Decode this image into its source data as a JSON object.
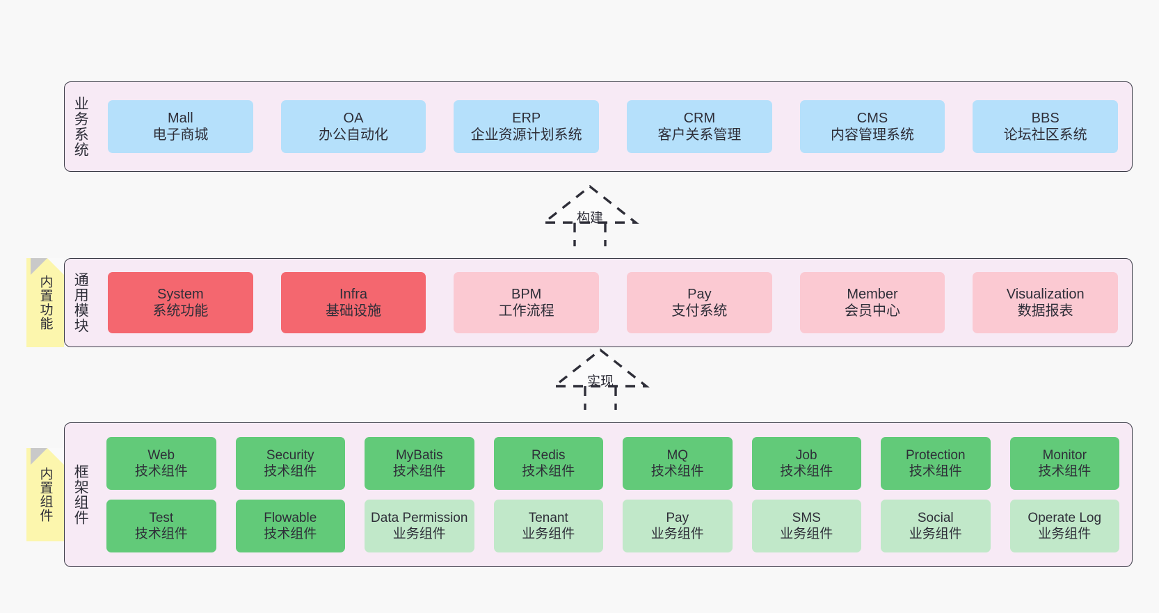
{
  "diagram": {
    "title_business": "业务系统",
    "title_modules": "通用模块",
    "title_framework": "框架组件",
    "note_builtin_features": "内置功能",
    "note_builtin_components": "内置组件",
    "arrow_build_label": "构建",
    "arrow_implement_label": "实现",
    "colors": {
      "canvas": "#f8f8f8",
      "layer_fill": "#f7eaf5",
      "layer_border": "#3b3b47",
      "business_box": "#b5e0fb",
      "module_strong": "#f4676f",
      "module_soft": "#fbc9d2",
      "framework_tech": "#62ca79",
      "framework_biz": "#c1e8c9",
      "note_fill": "#fcf6ad",
      "text": "#2e2e38"
    }
  },
  "business_systems": [
    {
      "en": "Mall",
      "cn": "电子商城"
    },
    {
      "en": "OA",
      "cn": "办公自动化"
    },
    {
      "en": "ERP",
      "cn": "企业资源计划系统"
    },
    {
      "en": "CRM",
      "cn": "客户关系管理"
    },
    {
      "en": "CMS",
      "cn": "内容管理系统"
    },
    {
      "en": "BBS",
      "cn": "论坛社区系统"
    }
  ],
  "common_modules": [
    {
      "en": "System",
      "cn": "系统功能",
      "variant": "strong"
    },
    {
      "en": "Infra",
      "cn": "基础设施",
      "variant": "strong"
    },
    {
      "en": "BPM",
      "cn": "工作流程",
      "variant": "soft"
    },
    {
      "en": "Pay",
      "cn": "支付系统",
      "variant": "soft"
    },
    {
      "en": "Member",
      "cn": "会员中心",
      "variant": "soft"
    },
    {
      "en": "Visualization",
      "cn": "数据报表",
      "variant": "soft"
    }
  ],
  "framework_components_row1": [
    {
      "en": "Web",
      "cn": "技术组件"
    },
    {
      "en": "Security",
      "cn": "技术组件"
    },
    {
      "en": "MyBatis",
      "cn": "技术组件"
    },
    {
      "en": "Redis",
      "cn": "技术组件"
    },
    {
      "en": "MQ",
      "cn": "技术组件"
    },
    {
      "en": "Job",
      "cn": "技术组件"
    },
    {
      "en": "Protection",
      "cn": "技术组件"
    },
    {
      "en": "Monitor",
      "cn": "技术组件"
    }
  ],
  "framework_components_row2": [
    {
      "en": "Test",
      "cn": "技术组件",
      "variant": "tech"
    },
    {
      "en": "Flowable",
      "cn": "技术组件",
      "variant": "tech"
    },
    {
      "en": "Data Permission",
      "cn": "业务组件",
      "variant": "biz"
    },
    {
      "en": "Tenant",
      "cn": "业务组件",
      "variant": "biz"
    },
    {
      "en": "Pay",
      "cn": "业务组件",
      "variant": "biz"
    },
    {
      "en": "SMS",
      "cn": "业务组件",
      "variant": "biz"
    },
    {
      "en": "Social",
      "cn": "业务组件",
      "variant": "biz"
    },
    {
      "en": "Operate Log",
      "cn": "业务组件",
      "variant": "biz"
    }
  ]
}
